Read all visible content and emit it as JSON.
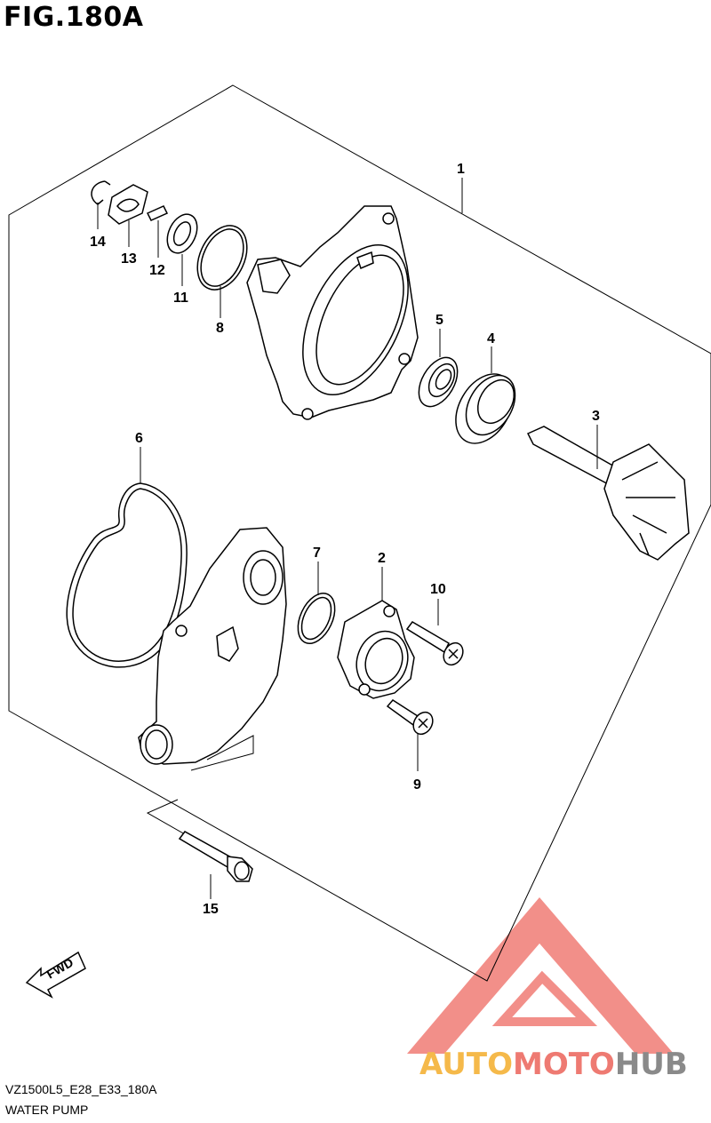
{
  "figure": {
    "title": "FIG.180A",
    "model_code": "VZ1500L5_E28_E33_180A",
    "name": "WATER PUMP"
  },
  "direction_marker": {
    "label": "FWD",
    "icon": "forward-arrow-icon"
  },
  "parts": [
    {
      "number": "1"
    },
    {
      "number": "2"
    },
    {
      "number": "3"
    },
    {
      "number": "4"
    },
    {
      "number": "5"
    },
    {
      "number": "6"
    },
    {
      "number": "7"
    },
    {
      "number": "8"
    },
    {
      "number": "9"
    },
    {
      "number": "10"
    },
    {
      "number": "11"
    },
    {
      "number": "12"
    },
    {
      "number": "13"
    },
    {
      "number": "14"
    },
    {
      "number": "15"
    }
  ],
  "watermark": {
    "part1": "AUTO",
    "part2": "MOTO",
    "part3": "HUB",
    "color_auto": "#f5b94a",
    "color_moto": "#ee7a72",
    "color_hub": "#8a8a8a",
    "logo_color": "#ee6a62"
  }
}
